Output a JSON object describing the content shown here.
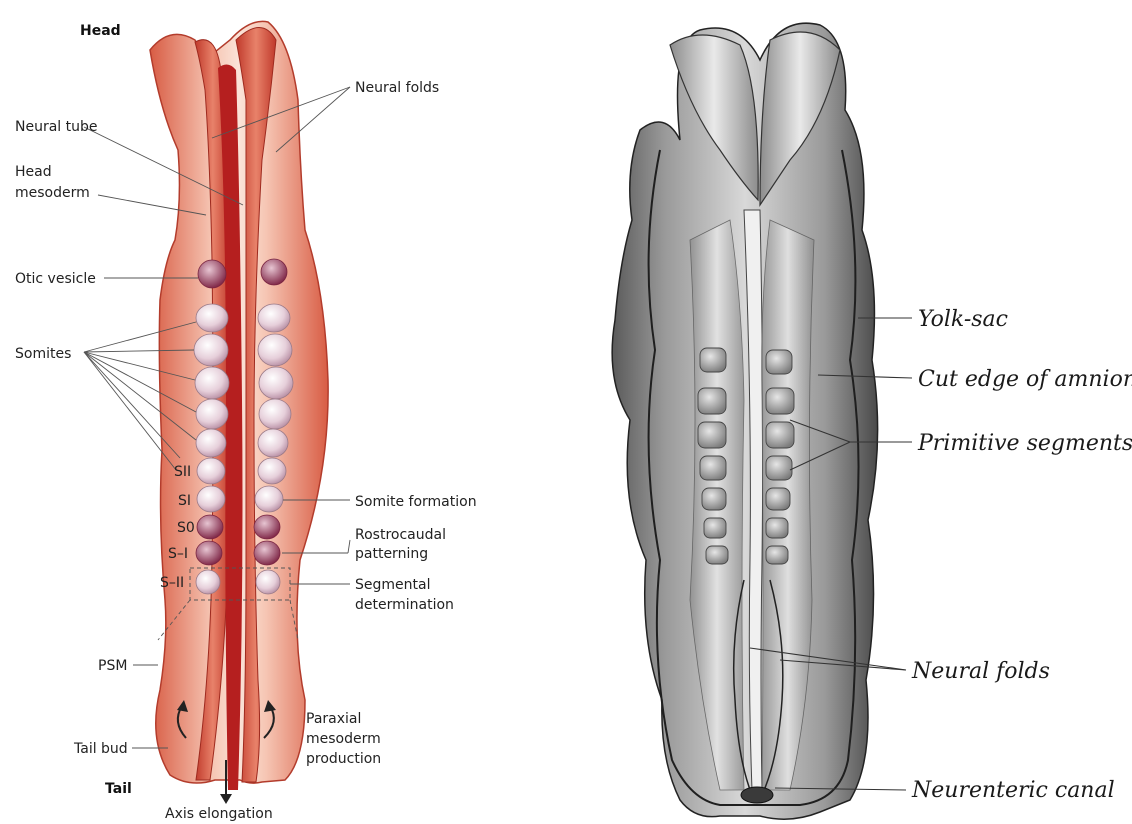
{
  "left_panel": {
    "head_label": "Head",
    "tail_label": "Tail",
    "labels": {
      "neural_tube": "Neural tube",
      "head_mesoderm_1": "Head",
      "head_mesoderm_2": "mesoderm",
      "otic_vesicle": "Otic vesicle",
      "somites": "Somites",
      "neural_folds": "Neural folds",
      "somite_formation": "Somite formation",
      "rostrocaudal_1": "Rostrocaudal",
      "rostrocaudal_2": "patterning",
      "segmental_1": "Segmental",
      "segmental_2": "determination",
      "psm": "PSM",
      "tail_bud": "Tail bud",
      "paraxial_1": "Paraxial",
      "paraxial_2": "mesoderm",
      "paraxial_3": "production",
      "axis_elongation": "Axis elongation",
      "s_ii": "SII",
      "s_i": "SI",
      "s_0": "S0",
      "s_minus_i": "S–I",
      "s_minus_ii": "S–II"
    },
    "colors": {
      "tissue_light": "#f2b7a3",
      "tissue_mid": "#e07a62",
      "tissue_dark": "#c0392b",
      "neural_tube": "#b51f1f",
      "somite": "#e8d3dd",
      "somite_dark": "#8a2346"
    }
  },
  "right_panel": {
    "labels": {
      "yolk_sac": "Yolk-sac",
      "cut_edge": "Cut edge of amnion",
      "primitive_segments": "Primitive segments",
      "neural_folds": "Neural folds",
      "neurenteric_canal": "Neurenteric canal"
    }
  }
}
